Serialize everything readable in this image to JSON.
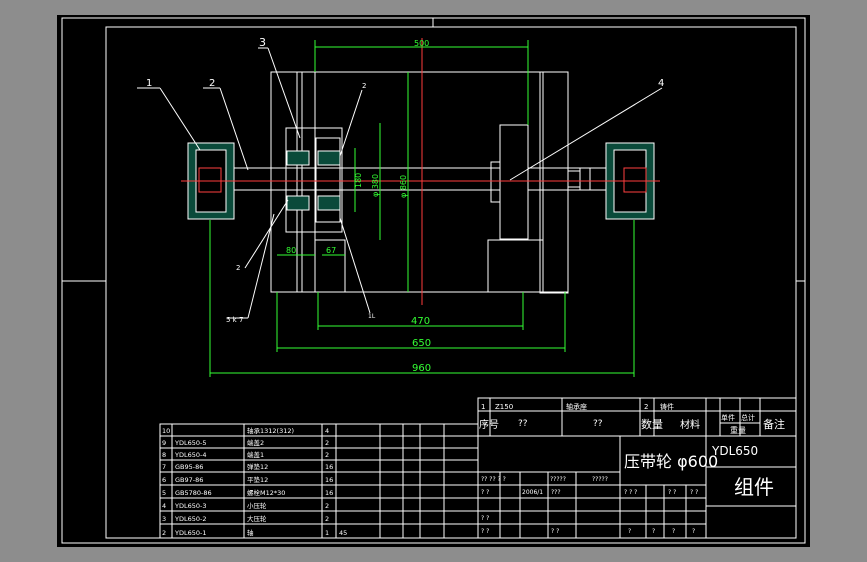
{
  "callouts": {
    "c1": "1",
    "c2": "2",
    "c3": "3",
    "c4": "4",
    "c2b": "2",
    "c2c": "2",
    "c_sk": "5 k 7",
    "c_bottom": "1L"
  },
  "dims": {
    "top": "500",
    "d860": "φ 860",
    "d380": "φ 380",
    "d180": "180",
    "d80": "80",
    "d67": "67",
    "d470": "470",
    "d650": "650",
    "d960": "960"
  },
  "bom": {
    "rows": [
      {
        "no": "10",
        "code": "",
        "name": "轴承1312(312)",
        "qty": "4",
        "mat": ""
      },
      {
        "no": "9",
        "code": "YDL650-5",
        "name": "端盖2",
        "qty": "2",
        "mat": ""
      },
      {
        "no": "8",
        "code": "YDL650-4",
        "name": "端盖1",
        "qty": "2",
        "mat": ""
      },
      {
        "no": "7",
        "code": "GB95-86",
        "name": "弹垫12",
        "qty": "16",
        "mat": ""
      },
      {
        "no": "6",
        "code": "GB97-86",
        "name": "平垫12",
        "qty": "16",
        "mat": ""
      },
      {
        "no": "5",
        "code": "GB5780-86",
        "name": "螺栓M12*30",
        "qty": "16",
        "mat": ""
      },
      {
        "no": "4",
        "code": "YDL650-3",
        "name": "小压轮",
        "qty": "2",
        "mat": ""
      },
      {
        "no": "3",
        "code": "YDL650-2",
        "name": "大压轮",
        "qty": "2",
        "mat": ""
      },
      {
        "no": "2",
        "code": "YDL650-1",
        "name": "轴",
        "qty": "1",
        "mat": "45"
      }
    ]
  },
  "title_block": {
    "r1_no": "1",
    "r1_code": "Z150",
    "r1_name": "轴承座",
    "r1_qty": "2",
    "r1_mat": "铸件",
    "h_seq": "序号",
    "h_q1": "??",
    "h_q2": "??",
    "h_qty": "数量",
    "h_mat": "材料",
    "h_unit": "单件",
    "h_total": "总计",
    "h_weight": "重量",
    "h_note": "备注",
    "part_title": "压带轮 φ600",
    "drawing_no": "YDL650",
    "assembly": "组件",
    "m1": "?? ?? ? ?",
    "m2": "?????",
    "m3": "?????",
    "m4": "? ?",
    "m5": "2006/1",
    "m6": "???",
    "m7": "? ?",
    "m8": "? ? ?",
    "m9": "? ?",
    "m10": "? ?",
    "m11": "? ?",
    "m12": "? ?",
    "m13": "?",
    "m14": "?",
    "m15": "?",
    "m16": "?"
  }
}
